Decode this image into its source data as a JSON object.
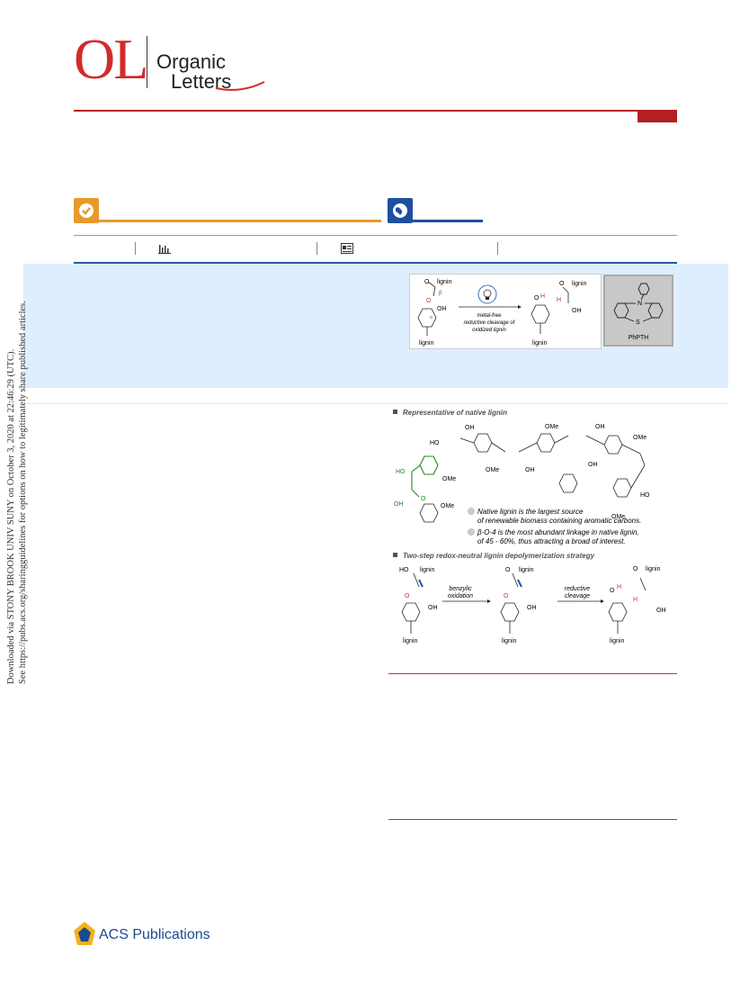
{
  "journal": {
    "logo_abbrev": "OL",
    "name_line1": "Organic",
    "name_line2": "Letters"
  },
  "download_notice": {
    "line1": "Downloaded via STONY BROOK UNIV SUNY on October 3, 2020 at 22:46:29 (UTC).",
    "line2": "See https://pubs.acs.org/sharingguidelines for options on how to legitimately share published articles."
  },
  "toc_graphic": {
    "reactant_top": "lignin",
    "reactant_bottom": "lignin",
    "beta": "β",
    "alpha": "α",
    "oh": "OH",
    "o": "O",
    "h": "H",
    "arrow_label_1": "metal-free",
    "arrow_label_2": "reductive cleavage of",
    "arrow_label_3": "oxidized lignin",
    "catalyst_name": "PhPTH",
    "catalyst_n": "N",
    "catalyst_s": "S"
  },
  "figure": {
    "section1_title": "Representative of native lignin",
    "bullet1_line1": "Native lignin is the largest source",
    "bullet1_line2": "of renewable biomass containing aromatic carbons.",
    "bullet2_line1": "β-O-4 is the most abundant linkage in native lignin,",
    "bullet2_line2": "of 45 - 60%, thus attracting a broad of interest.",
    "section2_title": "Two-step redox-neutral lignin depolymerization strategy",
    "step1_label_1": "benzylic",
    "step1_label_2": "oxidation",
    "step2_label_1": "reductive",
    "step2_label_2": "cleavage",
    "lignin": "lignin",
    "ho": "HO",
    "oh": "OH",
    "ome": "OMe",
    "o": "O",
    "h": "H"
  },
  "publisher": {
    "name": "ACS Publications"
  },
  "colors": {
    "brand_red": "#d42a2a",
    "rule_red": "#b21f24",
    "open_access_orange": "#e79a2b",
    "globe_blue": "#1f4fa0",
    "abstract_bg": "#dfeefe",
    "lignin_green": "#1a8a1a",
    "acs_blue": "#1b4a8f"
  },
  "icons": [
    "check-badge-icon",
    "globe-icon",
    "bar-chart-icon",
    "article-icon",
    "lightbulb-icon",
    "acs-logo-icon",
    "bullet-icon"
  ]
}
